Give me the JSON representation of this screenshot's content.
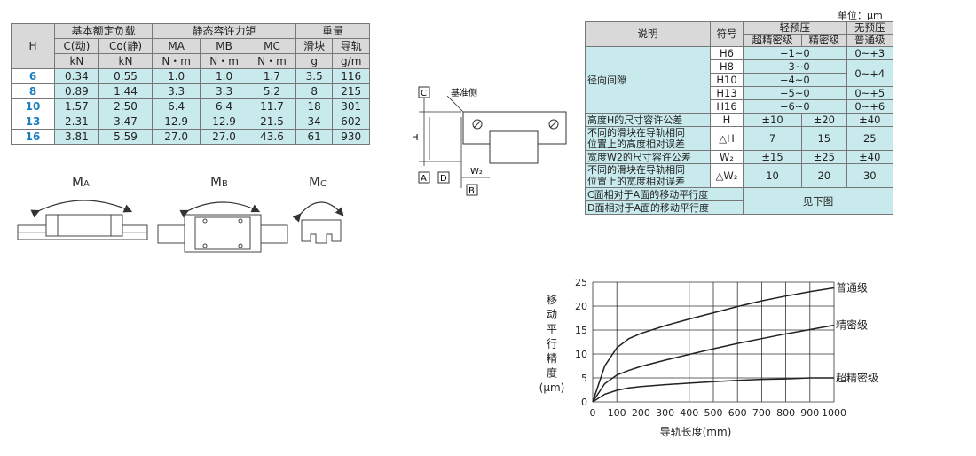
{
  "load_table": {
    "header_row1": [
      "H",
      "基本额定负载",
      "静态容许力矩",
      "重量"
    ],
    "header_row2": [
      "C(动)",
      "Co(静)",
      "MA",
      "MB",
      "MC",
      "滑块",
      "导轨"
    ],
    "header_row3": [
      "kN",
      "kN",
      "N・m",
      "N・m",
      "N・m",
      "g",
      "g/m"
    ],
    "rows": [
      {
        "h": "6",
        "cells": [
          "0.34",
          "0.55",
          "1.0",
          "1.0",
          "1.7",
          "3.5",
          "116"
        ]
      },
      {
        "h": "8",
        "cells": [
          "0.89",
          "1.44",
          "3.3",
          "3.3",
          "5.2",
          "8",
          "215"
        ]
      },
      {
        "h": "10",
        "cells": [
          "1.57",
          "2.50",
          "6.4",
          "6.4",
          "11.7",
          "18",
          "301"
        ]
      },
      {
        "h": "13",
        "cells": [
          "2.31",
          "3.47",
          "12.9",
          "12.9",
          "21.5",
          "34",
          "602"
        ]
      },
      {
        "h": "16",
        "cells": [
          "3.81",
          "5.59",
          "27.0",
          "27.0",
          "43.6",
          "61",
          "930"
        ]
      }
    ]
  },
  "moment_labels": {
    "ma_main": "M",
    "ma_sub": "A",
    "mb_main": "M",
    "mb_sub": "B",
    "mc_main": "M",
    "mc_sub": "C"
  },
  "dimension_diagram": {
    "label_c": "C",
    "label_h": "H",
    "label_a": "A",
    "label_d": "D",
    "label_b": "B",
    "label_w2": "W₂",
    "reference_side": "基准侧"
  },
  "tolerance_table": {
    "unit": "单位：μm",
    "header": {
      "desc": "说明",
      "symbol": "符号",
      "light_preload": "轻预压",
      "no_preload": "无预压",
      "super_precision": "超精密级",
      "precision": "精密级",
      "normal": "普通级"
    },
    "radial_clearance": {
      "desc": "径向间隙",
      "rows": [
        {
          "sym": "H6",
          "light": "−1~0"
        },
        {
          "sym": "H8",
          "light": "−3~0"
        },
        {
          "sym": "H10",
          "light": "−4~0"
        },
        {
          "sym": "H13",
          "light": "−5~0"
        },
        {
          "sym": "H16",
          "light": "−6~0"
        }
      ],
      "no_preload": [
        "0~+3",
        "0~+4",
        "0~+5",
        "0~+6"
      ]
    },
    "height_tol": {
      "desc": "高度H的尺寸容许公差",
      "sym": "H",
      "sp": "±10",
      "p": "±20",
      "n": "±40"
    },
    "height_diff": {
      "desc1": "不同的滑块在导轨相同",
      "desc2": "位置上的高度相对误差",
      "sym": "△H",
      "sp": "7",
      "p": "15",
      "n": "25"
    },
    "width_tol": {
      "desc": "宽度W2的尺寸容许公差",
      "sym": "W₂",
      "sp": "±15",
      "p": "±25",
      "n": "±40"
    },
    "width_diff": {
      "desc1": "不同的滑块在导轨相同",
      "desc2": "位置上的宽度相对误差",
      "sym": "△W₂",
      "sp": "10",
      "p": "20",
      "n": "30"
    },
    "parallel_c": "C面相对于A面的移动平行度",
    "parallel_d": "D面相对于A面的移动平行度",
    "see_below": "见下图"
  },
  "chart_data": {
    "type": "line",
    "title": "",
    "xlabel": "导轨长度(mm)",
    "ylabel_chars": [
      "移",
      "动",
      "平",
      "行",
      "精",
      "度",
      "(μm)"
    ],
    "xlim": [
      0,
      1000
    ],
    "ylim": [
      0,
      25
    ],
    "xticks": [
      "0",
      "100",
      "200",
      "300",
      "400",
      "500",
      "600",
      "700",
      "800",
      "900",
      "1000"
    ],
    "yticks": [
      "0",
      "5",
      "10",
      "15",
      "20",
      "25"
    ],
    "grid": true,
    "series": [
      {
        "name": "普通级",
        "x": [
          0,
          50,
          100,
          150,
          200,
          300,
          400,
          500,
          600,
          700,
          800,
          900,
          1000
        ],
        "values": [
          0,
          7.5,
          11.3,
          13.2,
          14.3,
          15.9,
          17.3,
          18.6,
          19.9,
          21.1,
          22.1,
          23.0,
          23.8
        ]
      },
      {
        "name": "精密级",
        "x": [
          0,
          50,
          100,
          150,
          200,
          300,
          400,
          500,
          600,
          700,
          800,
          900,
          1000
        ],
        "values": [
          0,
          3.8,
          5.6,
          6.6,
          7.4,
          8.7,
          9.9,
          11.1,
          12.2,
          13.2,
          14.2,
          15.1,
          16.0
        ]
      },
      {
        "name": "超精密级",
        "x": [
          0,
          50,
          100,
          150,
          200,
          300,
          400,
          500,
          600,
          700,
          800,
          900,
          1000
        ],
        "values": [
          0,
          1.6,
          2.4,
          2.9,
          3.2,
          3.6,
          3.9,
          4.2,
          4.5,
          4.7,
          4.8,
          5.0,
          5.0
        ]
      }
    ]
  }
}
